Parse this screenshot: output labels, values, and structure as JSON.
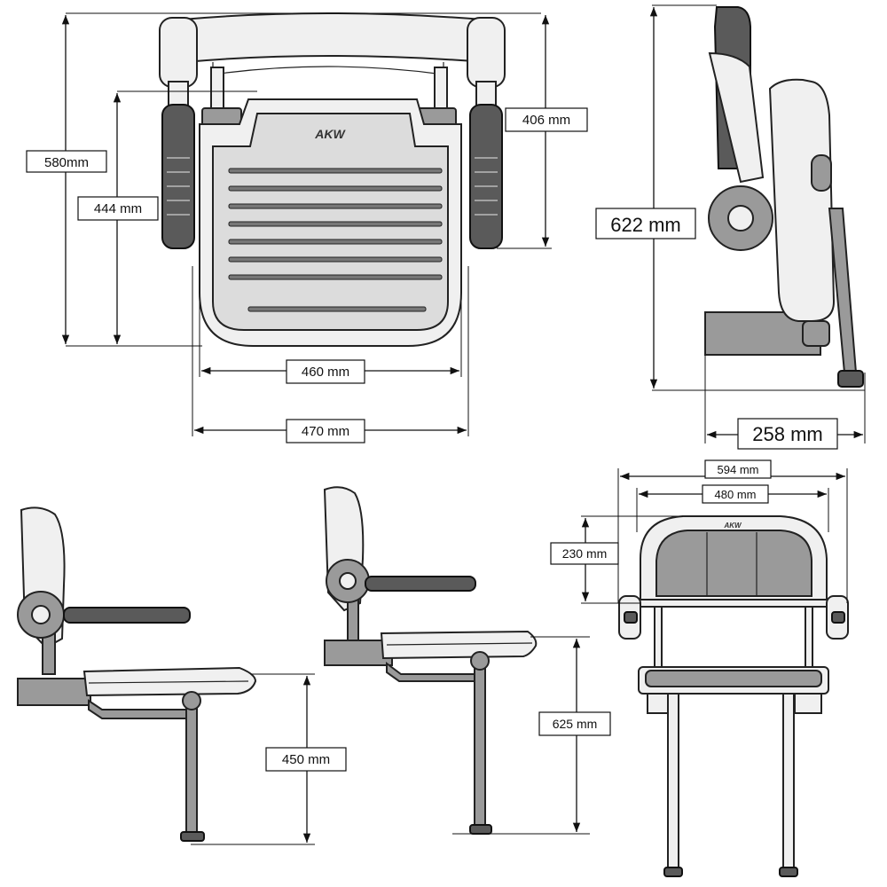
{
  "brand": {
    "logo_text": "AKW"
  },
  "dimensions": {
    "top_view": {
      "overall_depth": "580mm",
      "seat_depth": "444 mm",
      "arm_length": "406 mm",
      "seat_width": "460 mm",
      "overall_width": "470 mm"
    },
    "folded_view": {
      "folded_height": "622 mm",
      "folded_depth": "258 mm"
    },
    "side_views": {
      "seat_height_low": "450 mm",
      "seat_height_high": "625 mm"
    },
    "front_view": {
      "overall_width": "594 mm",
      "inner_width": "480 mm",
      "backrest_height": "230 mm"
    }
  }
}
